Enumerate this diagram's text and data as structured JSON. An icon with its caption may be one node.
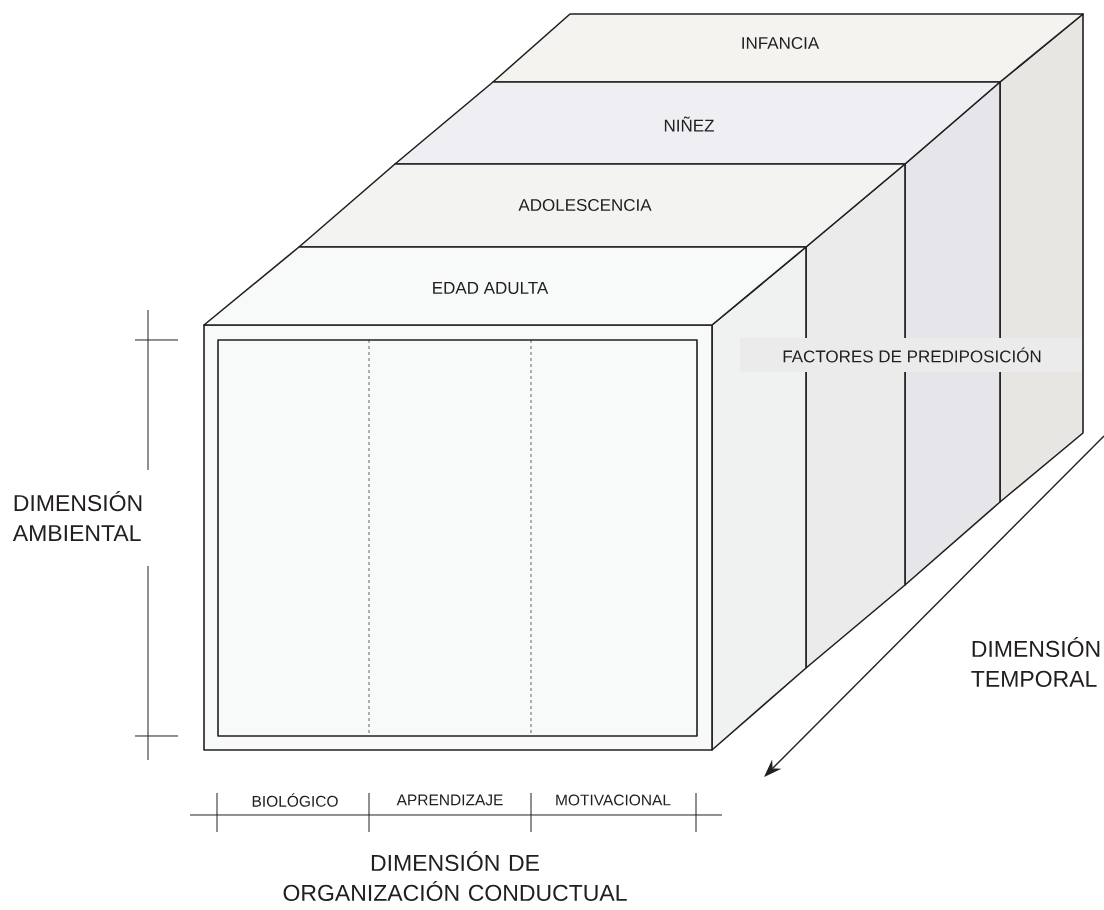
{
  "diagram": {
    "nodes": [
      {
        "text": [
          "INFANCIA"
        ]
      },
      {
        "text": [
          "NIÑEZ"
        ]
      },
      {
        "text": [
          "ADOLESCENCIA"
        ]
      },
      {
        "text": [
          "EDAD ADULTA"
        ]
      }
    ],
    "labels": [
      "FACTORES DE PREDIPOSICIÓN",
      "DIMENSIÓN AMBIENTAL",
      "DIMENSIÓN TEMPORAL",
      "BIOLÓGICO",
      "APRENDIZAJE",
      "MOTIVACIONAL",
      "DIMENSIÓN DE ORGANIZACIÓN CONDUCTUAL"
    ]
  }
}
